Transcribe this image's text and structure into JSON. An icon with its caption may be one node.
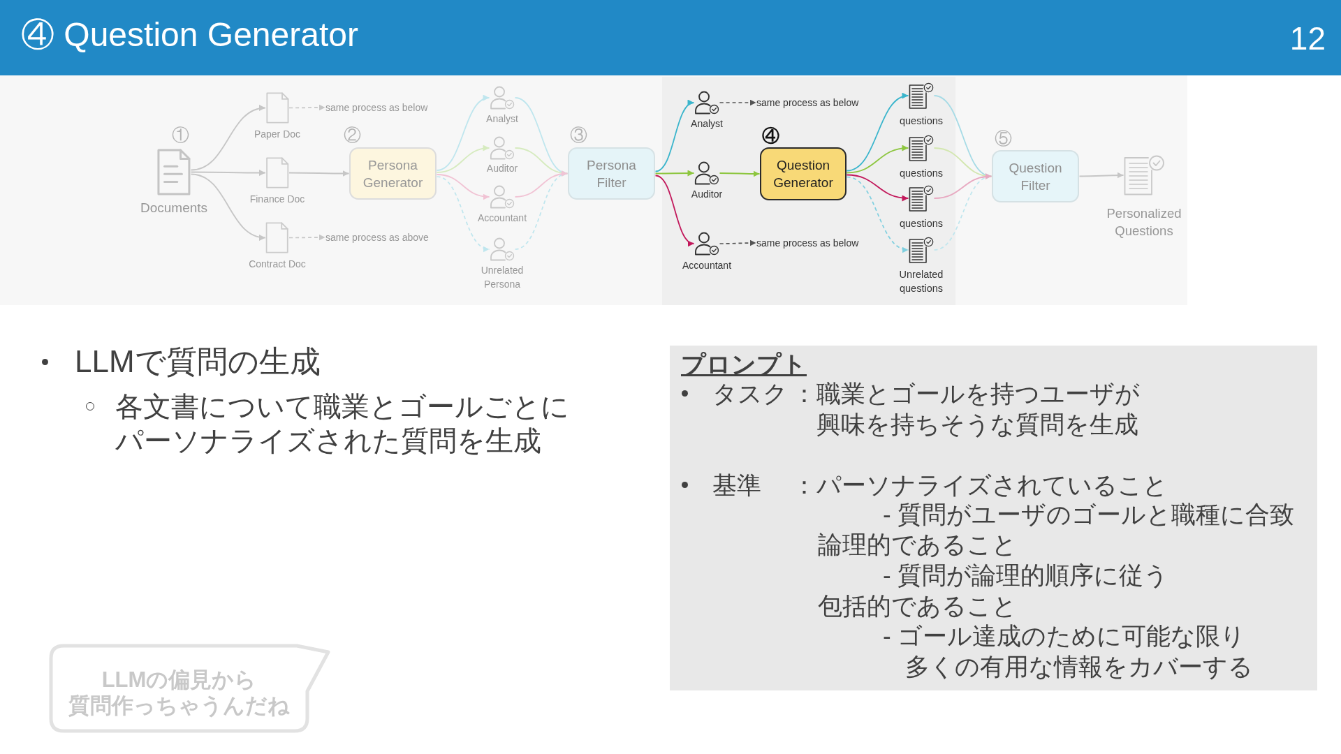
{
  "diagram": {
    "title": "④ Question Generator",
    "nodes": [
      {
        "text": [
          "Documents"
        ]
      },
      {
        "text": [
          "Paper Doc"
        ]
      },
      {
        "text": [
          "Finance Doc"
        ]
      },
      {
        "text": [
          "Contract Doc"
        ]
      },
      {
        "text": [
          "same process as below"
        ]
      },
      {
        "text": [
          "same process as above"
        ]
      },
      {
        "text": [
          "Persona Generator"
        ]
      },
      {
        "text": [
          "Analyst"
        ]
      },
      {
        "text": [
          "Auditor"
        ]
      },
      {
        "text": [
          "Accountant"
        ]
      },
      {
        "text": [
          "Unrelated Persona"
        ]
      },
      {
        "text": [
          "Persona Filter"
        ]
      },
      {
        "text": [
          "Analyst"
        ]
      },
      {
        "text": [
          "Auditor"
        ]
      },
      {
        "text": [
          "Accountant"
        ]
      },
      {
        "text": [
          "same process as below"
        ]
      },
      {
        "text": [
          "same process as below"
        ]
      },
      {
        "text": [
          "Question Generator"
        ]
      },
      {
        "text": [
          "questions"
        ]
      },
      {
        "text": [
          "questions"
        ]
      },
      {
        "text": [
          "questions"
        ]
      },
      {
        "text": [
          "Unrelated questions"
        ]
      },
      {
        "text": [
          "Question Filter"
        ]
      },
      {
        "text": [
          "Personalized Questions"
        ]
      },
      {
        "text": [
          "プロンプト",
          "タスク",
          "：職業とゴールを持つユーザが興味を持ちそうな質問を生成",
          "基準",
          "：パーソナライズされていること",
          "- 質問がユーザのゴールと職種に合致",
          "論理的であること",
          "- 質問が論理的順序に従う",
          "包括的であること",
          "- ゴール達成のために可能な限り多くの有用な情報をカバーする"
        ]
      },
      {
        "text": [
          "LLMの偏見から質問作っちゃうんだね"
        ]
      }
    ],
    "edges": [
      {
        "from": 0,
        "to": 1,
        "arrow": "to"
      },
      {
        "from": 0,
        "to": 2,
        "arrow": "to"
      },
      {
        "from": 0,
        "to": 3,
        "arrow": "to"
      },
      {
        "from": 1,
        "to": 4,
        "arrow": "to",
        "style": "dashed"
      },
      {
        "from": 3,
        "to": 5,
        "arrow": "to",
        "style": "dashed"
      },
      {
        "from": 2,
        "to": 6,
        "arrow": "to"
      },
      {
        "from": 6,
        "to": 7,
        "arrow": "to",
        "color": "#bfe6ee"
      },
      {
        "from": 6,
        "to": 8,
        "arrow": "to",
        "color": "#d6ebbf"
      },
      {
        "from": 6,
        "to": 9,
        "arrow": "to",
        "color": "#f1c3d4"
      },
      {
        "from": 6,
        "to": 10,
        "arrow": "to",
        "style": "dashed",
        "color": "#bfe6ee"
      },
      {
        "from": 7,
        "to": 11,
        "arrow": "to",
        "color": "#bfe6ee"
      },
      {
        "from": 8,
        "to": 11,
        "arrow": "to",
        "color": "#d6ebbf"
      },
      {
        "from": 10,
        "to": 11,
        "arrow": "to",
        "style": "dashed",
        "color": "#bfe6ee"
      },
      {
        "from": 9,
        "to": 11,
        "arrow": "to",
        "color": "#f1c3d4"
      },
      {
        "from": 11,
        "to": 12,
        "arrow": "to",
        "color": "#3ab5cc"
      },
      {
        "from": 11,
        "to": 13,
        "arrow": "to",
        "color": "#8dc63f"
      },
      {
        "from": 11,
        "to": 14,
        "arrow": "to",
        "color": "#c2185b"
      },
      {
        "from": 12,
        "to": 15,
        "arrow": "to",
        "style": "dashed",
        "color": "#555555"
      },
      {
        "from": 14,
        "to": 16,
        "arrow": "to",
        "style": "dashed",
        "color": "#555555"
      },
      {
        "from": 13,
        "to": 17,
        "arrow": "to",
        "color": "#8dc63f"
      },
      {
        "from": 17,
        "to": 18,
        "arrow": "to",
        "color": "#3ab5cc"
      },
      {
        "from": 17,
        "to": 19,
        "arrow": "to",
        "color": "#8dc63f"
      },
      {
        "from": 17,
        "to": 20,
        "arrow": "to",
        "color": "#c2185b"
      },
      {
        "from": 17,
        "to": 21,
        "arrow": "to",
        "style": "dashed",
        "color": "#7fcfdf"
      },
      {
        "from": 18,
        "to": 22,
        "arrow": "to",
        "color": "#a6dbe6"
      },
      {
        "from": 19,
        "to": 22,
        "arrow": "to",
        "color": "#d3e7b0"
      },
      {
        "from": 21,
        "to": 22,
        "arrow": "to",
        "style": "dashed",
        "color": "#bfe6ee"
      },
      {
        "from": 20,
        "to": 22,
        "arrow": "to",
        "color": "#e8a9c1"
      },
      {
        "from": 22,
        "to": 23,
        "arrow": "to"
      }
    ],
    "labels": [
      "12",
      "①",
      "②",
      "③",
      "④",
      "⑤",
      "LLMで質問の生成",
      "各文書について職業とゴールごとにパーソナライズされた質問を生成"
    ]
  }
}
